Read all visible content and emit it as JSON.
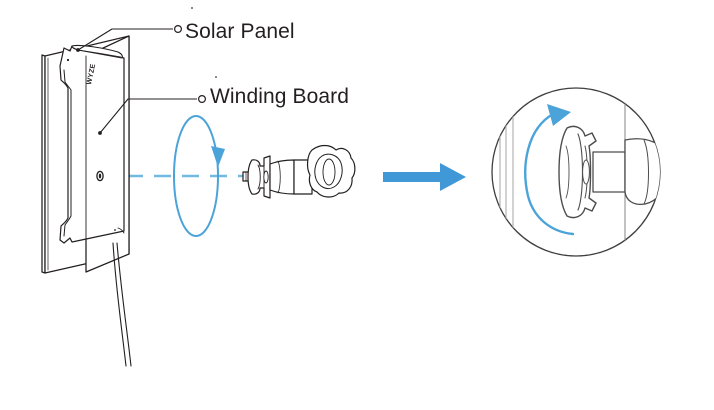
{
  "diagram": {
    "type": "exploded-assembly-instruction",
    "background": "#ffffff",
    "labels": {
      "solar_panel": "Solar Panel",
      "winding_board": "Winding Board"
    },
    "brand_mark": "WYZE",
    "colors": {
      "line": "#231f20",
      "accent_blue": "#3f9fd8",
      "axis_blue": "#72b9e0",
      "detail_outline": "#4d4d4d"
    },
    "annotations": {
      "rotation_hint": "rotate-clockwise-ellipse",
      "flow_arrow": "assembly-direction-right",
      "detail_callout": "magnified-circular-detail",
      "axis": "dashed-center-axis"
    },
    "parts": [
      {
        "name": "solar-panel-bracket",
        "callout": "Solar Panel"
      },
      {
        "name": "winding-board-thumbscrew",
        "callout": "Winding Board"
      },
      {
        "name": "power-cable",
        "callout": ""
      }
    ]
  }
}
